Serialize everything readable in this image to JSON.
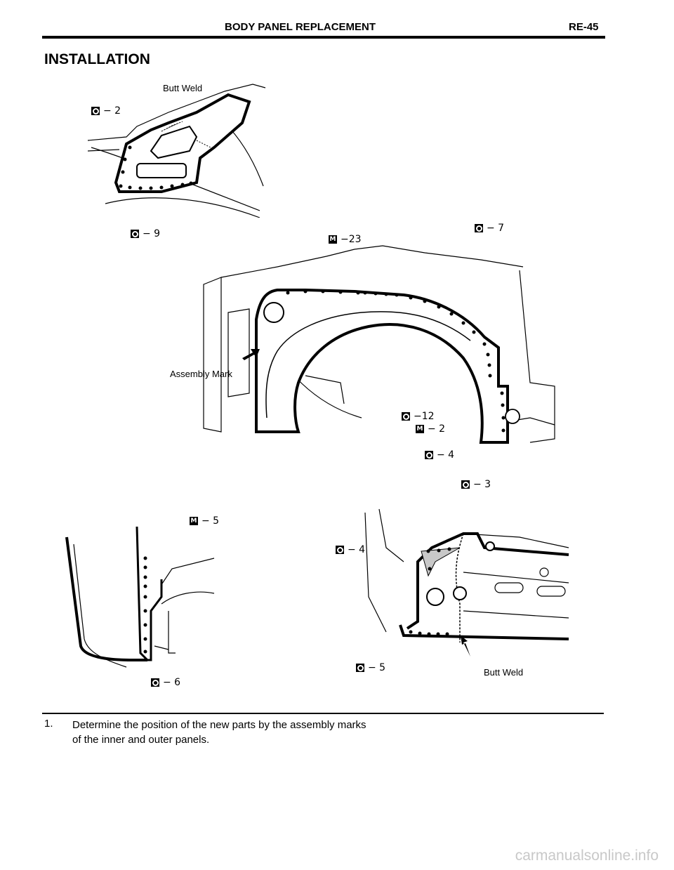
{
  "header": {
    "title": "BODY PANEL REPLACEMENT",
    "code": "RE-45"
  },
  "section_title": "INSTALLATION",
  "figure": {
    "labels": {
      "butt_weld_top": "Butt Weld",
      "assembly_mark": "Assembly Mark",
      "butt_weld_bottom": "Butt Weld"
    },
    "weld_tags": [
      {
        "id": "o2",
        "symbol": "O",
        "text": "− 2"
      },
      {
        "id": "o9",
        "symbol": "O",
        "text": "− 9"
      },
      {
        "id": "m23",
        "symbol": "M",
        "text": "−23"
      },
      {
        "id": "o7",
        "symbol": "O",
        "text": "− 7"
      },
      {
        "id": "o12",
        "symbol": "O",
        "text": "−12"
      },
      {
        "id": "m2",
        "symbol": "M",
        "text": "− 2"
      },
      {
        "id": "o4a",
        "symbol": "O",
        "text": "− 4"
      },
      {
        "id": "o3",
        "symbol": "O",
        "text": "− 3"
      },
      {
        "id": "m5",
        "symbol": "M",
        "text": "− 5"
      },
      {
        "id": "o6",
        "symbol": "O",
        "text": "− 6"
      },
      {
        "id": "o4b",
        "symbol": "O",
        "text": "− 4"
      },
      {
        "id": "o5",
        "symbol": "O",
        "text": "− 5"
      }
    ]
  },
  "steps": [
    {
      "number": "1.",
      "text": "Determine the position of the new parts by the assembly marks of the inner and outer panels."
    }
  ],
  "watermark": "carmanualsonline.info"
}
